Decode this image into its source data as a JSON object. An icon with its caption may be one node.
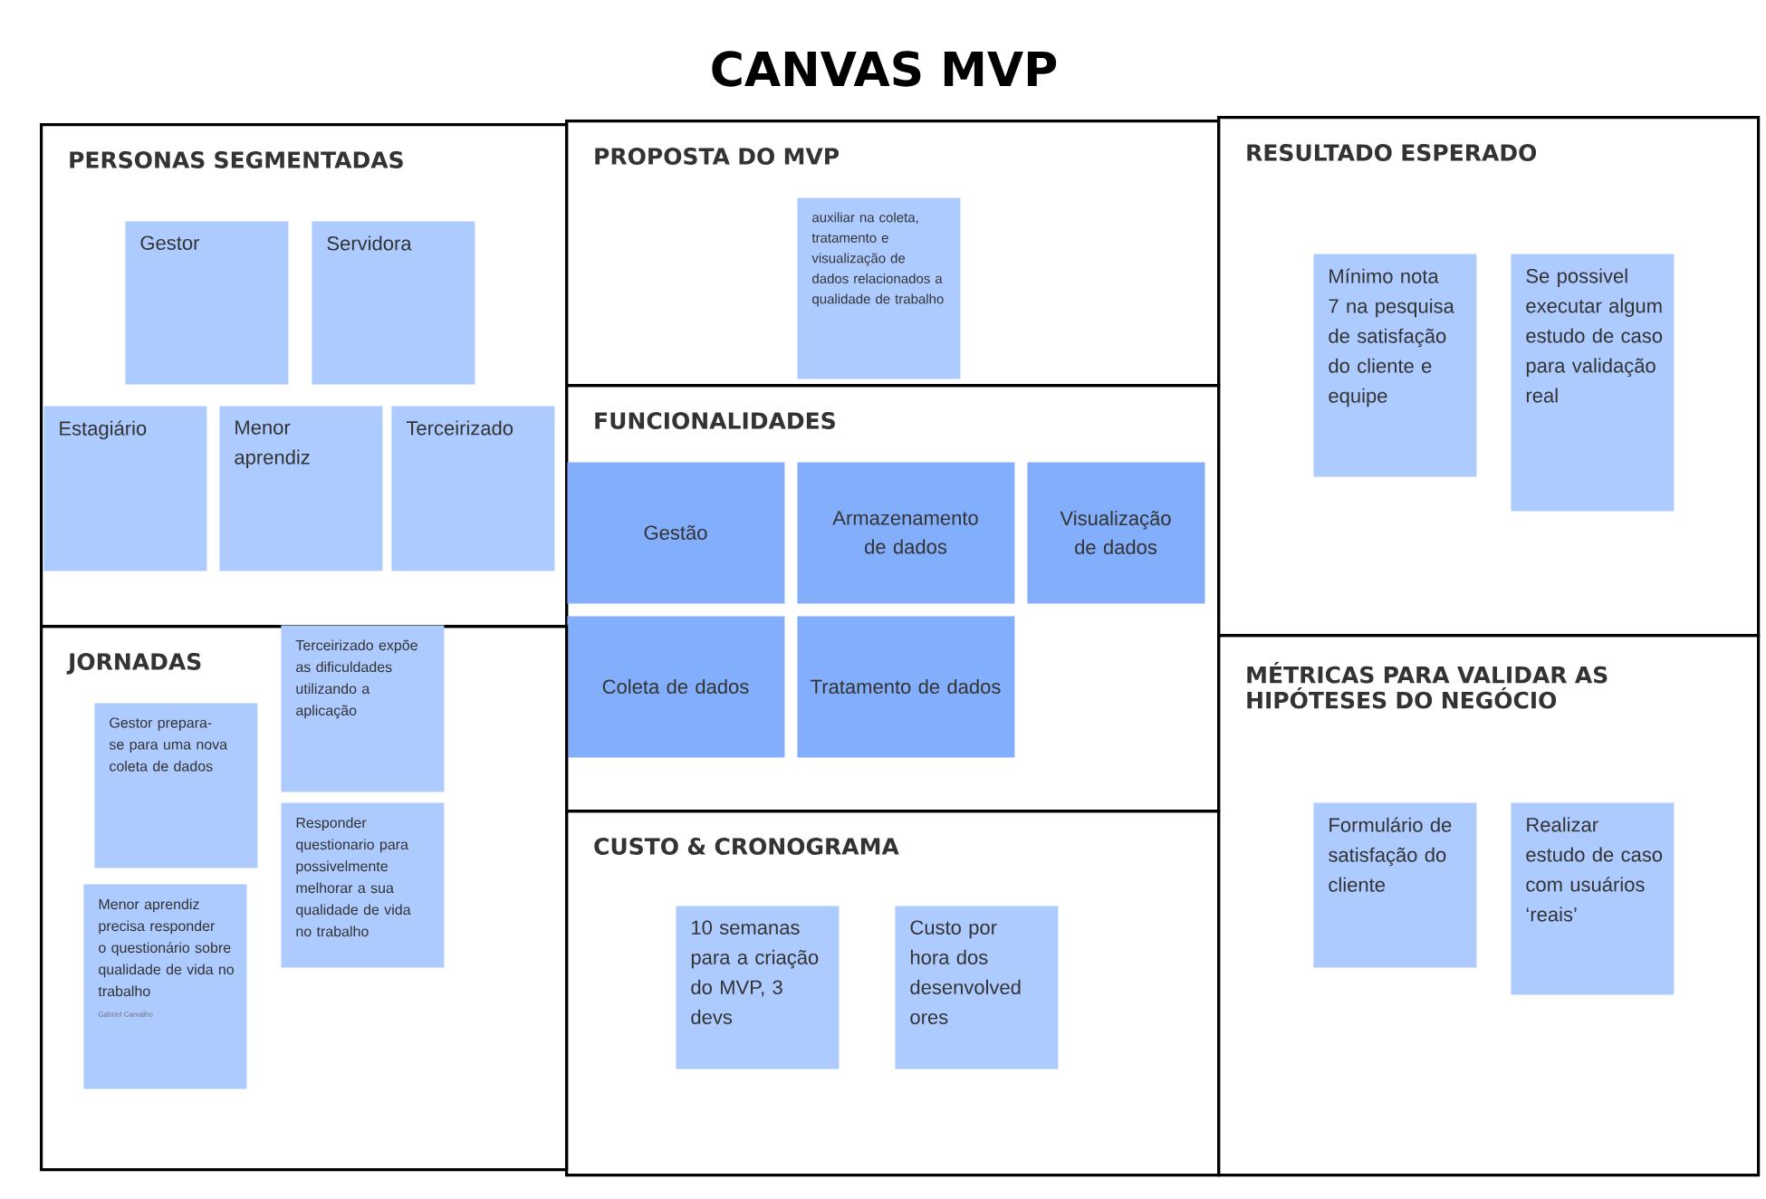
{
  "diagram": {
    "title": "CANVAS MVP",
    "nodes": [
      {
        "text": [
          "PERSONAS SEGMENTADAS"
        ]
      },
      {
        "text": [
          "Gestor"
        ],
        "in": 0
      },
      {
        "text": [
          "Servidora"
        ],
        "in": 0
      },
      {
        "text": [
          "Estagiário"
        ],
        "in": 0
      },
      {
        "text": [
          "Menor aprendiz"
        ],
        "in": 0
      },
      {
        "text": [
          "Terceirizado"
        ],
        "in": 0
      },
      {
        "text": [
          "PROPOSTA DO MVP"
        ]
      },
      {
        "text": [
          "auxiliar na coleta, tratamento e visualização de dados relacionados a qualidade de trabalho"
        ],
        "in": 6
      },
      {
        "text": [
          "RESULTADO ESPERADO"
        ]
      },
      {
        "text": [
          "Mínimo nota 7 na pesquisa de satisfação do cliente e equipe"
        ],
        "in": 8
      },
      {
        "text": [
          "Se possivel executar algum estudo de caso para validação real"
        ],
        "in": 8
      },
      {
        "text": [
          "FUNCIONALIDADES"
        ]
      },
      {
        "text": [
          "Gestão"
        ],
        "in": 11
      },
      {
        "text": [
          "Armazenamento de dados"
        ],
        "in": 11
      },
      {
        "text": [
          "Visualização de dados"
        ],
        "in": 11
      },
      {
        "text": [
          "Coleta de dados"
        ],
        "in": 11
      },
      {
        "text": [
          "Tratamento de dados"
        ],
        "in": 11
      },
      {
        "text": [
          "JORNADAS"
        ]
      },
      {
        "text": [
          "Gestor prepara-se para uma nova coleta de dados"
        ],
        "in": 17
      },
      {
        "text": [
          "Terceirizado expõe as dificuldades utilizando a aplicação"
        ],
        "in": 17
      },
      {
        "text": [
          "Responder questionario para possivelmente melhorar a sua qualidade de vida no trabalho"
        ],
        "in": 17
      },
      {
        "text": [
          "Menor aprendiz precisa responder o questionário sobre qualidade de vida no trabalho",
          "Gabriel Carvalho"
        ],
        "in": 17
      },
      {
        "text": [
          "CUSTO & CRONOGRAMA"
        ]
      },
      {
        "text": [
          "10 semanas para a criação do MVP, 3 devs"
        ],
        "in": 22
      },
      {
        "text": [
          "Custo por hora dos desenvolved ores"
        ],
        "in": 22
      },
      {
        "text": [
          "MÉTRICAS PARA VALIDAR AS HIPÓTESES DO NEGÓCIO"
        ]
      },
      {
        "text": [
          "Formulário de satisfação do cliente"
        ],
        "in": 25
      },
      {
        "text": [
          "Realizar estudo de caso com usuários ‘reais’"
        ],
        "in": 25
      }
    ]
  }
}
